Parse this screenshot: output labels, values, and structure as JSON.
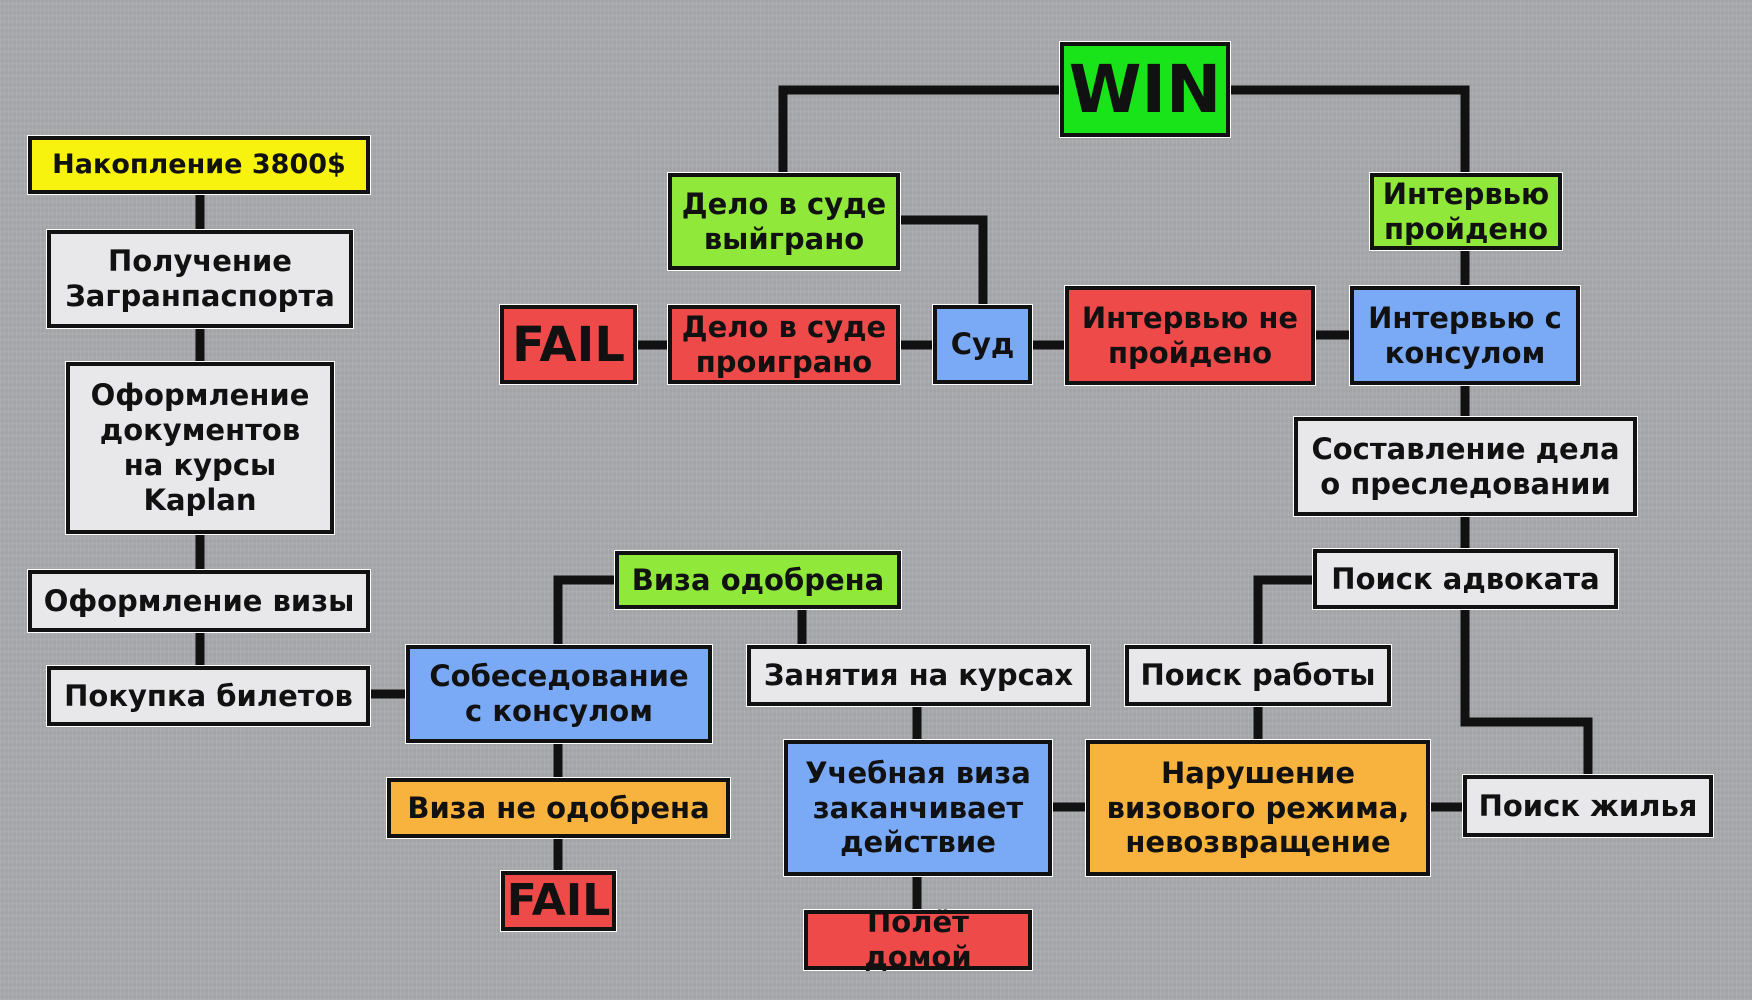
{
  "nodes": {
    "win": "WIN",
    "nakoplenie": "Накопление 3800$",
    "zagranpasport": "Получение Загранпаспорта",
    "kaplan": "Оформление документов на курсы Kaplan",
    "viza_oform": "Оформление визы",
    "bilety": "Покупка билетов",
    "sobesedovanie": "Собеседование с консулом",
    "viza_odobrena": "Виза одобрена",
    "viza_ne_odobrena": "Виза не одобрена",
    "fail_bottom": "FAIL",
    "zanyatiya": "Занятия на курсах",
    "uchebnaya_viza": "Учебная виза заканчивает действие",
    "polet_domoy": "Полёт домой",
    "narushenie": "Нарушение визового режима, невозвращение",
    "poisk_raboty": "Поиск работы",
    "poisk_zhilya": "Поиск жилья",
    "poisk_advokata": "Поиск адвоката",
    "sostavlenie_dela": "Составление дела о преследовании",
    "intervyu_konsul": "Интервью с консулом",
    "intervyu_proydeno": "Интервью пройдено",
    "intervyu_ne_proydeno": "Интервью не пройдено",
    "sud": "Суд",
    "delo_proigrano": "Дело в суде проиграно",
    "fail_top": "FAIL",
    "delo_vyigrano": "Дело в суде выйграно"
  },
  "colors": {
    "background": "#a9aaad",
    "white": "#e8e8ea",
    "yellow": "#f7f20e",
    "green": "#8fe83a",
    "win_green": "#19e319",
    "blue": "#7aaaf6",
    "red": "#ef4a4a",
    "orange": "#f7b33e",
    "line": "#111111"
  }
}
